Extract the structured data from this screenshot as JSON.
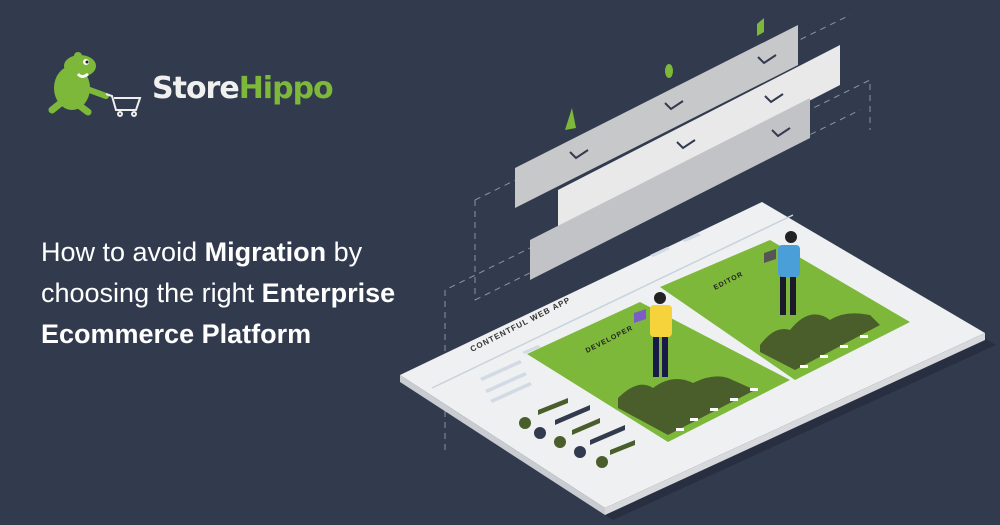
{
  "brand": {
    "name_part1": "Store",
    "name_part2": "Hippo"
  },
  "headline": {
    "line1_pre": "How to avoid ",
    "line1_bold": "Migration",
    "line1_post": " by",
    "line2_pre": "choosing the right ",
    "line2_bold": "Enterprise",
    "line3_bold": "Ecommerce Platform"
  },
  "illustration": {
    "app_label": "CONTENTFUL WEB APP",
    "panel1_label": "DEVELOPER",
    "panel2_label": "EDITOR"
  },
  "colors": {
    "background": "#323b4e",
    "accent": "#7db83a",
    "dark_green": "#4a5e2b"
  }
}
